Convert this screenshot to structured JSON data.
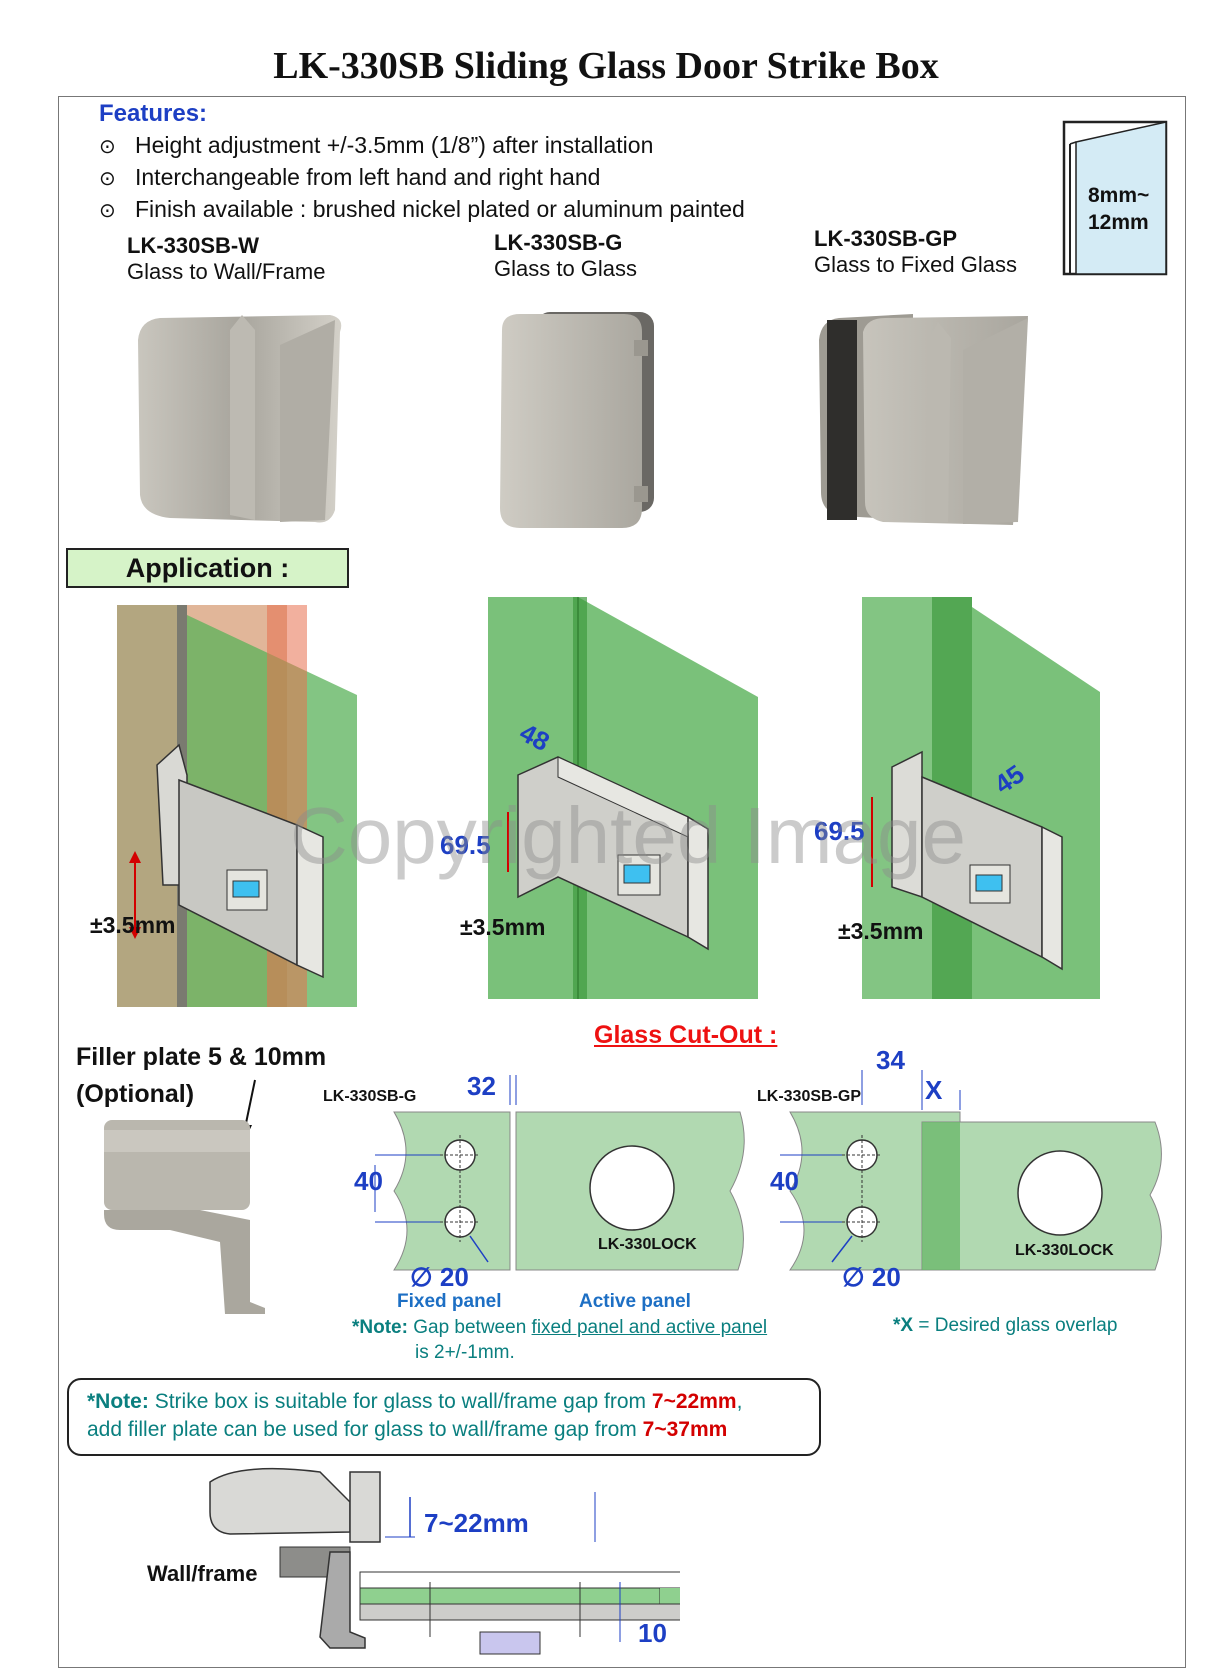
{
  "title": "LK-330SB Sliding Glass Door Strike Box",
  "features": {
    "heading": "Features:",
    "items": [
      "Height adjustment +/-3.5mm (1/8”) after installation",
      "Interchangeable from left hand and right hand",
      "Finish available : brushed nickel plated or aluminum painted"
    ],
    "bullet": "⊙"
  },
  "thickness": {
    "line1": "8mm~",
    "line2": "12mm"
  },
  "models": [
    {
      "code": "LK-330SB-W",
      "desc": "Glass to Wall/Frame"
    },
    {
      "code": "LK-330SB-G",
      "desc": "Glass to Glass"
    },
    {
      "code": "LK-330SB-GP",
      "desc": "Glass to Fixed Glass"
    }
  ],
  "application": {
    "label": "Application :",
    "adjust": "±3.5mm",
    "dims": {
      "g_width": "48",
      "g_height": "69.5",
      "gp_width": "45",
      "gp_height": "69.5"
    }
  },
  "watermark": "Copyrighted Image",
  "filler": {
    "line1": "Filler plate 5 & 10mm",
    "line2": "(Optional)"
  },
  "cutout": {
    "title": "Glass Cut-Out :",
    "g": {
      "model": "LK-330SB-G",
      "offset": "32",
      "spacing": "40",
      "hole": "∅ 20",
      "lock": "LK-330LOCK",
      "fixed": "Fixed panel",
      "active": "Active panel"
    },
    "gp": {
      "model": "LK-330SB-GP",
      "offset": "34",
      "overlap": "X",
      "spacing": "40",
      "hole": "∅ 20",
      "lock": "LK-330LOCK"
    },
    "note_label": "*Note:",
    "note_text": "Gap between",
    "note_underlined": "fixed panel and active panel",
    "note_line2": "is 2+/-1mm.",
    "x_note_label": "*X",
    "x_note_text": "= Desired glass overlap"
  },
  "strike_note": {
    "label": "*Note:",
    "line1a": "Strike box is suitable for glass to wall/frame gap from",
    "range1": "7~22mm",
    "line1b": ",",
    "line2a": "add filler plate can be used for glass to wall/frame gap from",
    "range2": "7~37mm"
  },
  "section": {
    "gap": "7~22mm",
    "wall": "Wall/frame",
    "thickness": "10"
  },
  "colors": {
    "blue": "#1d3fc4",
    "red": "#d30000",
    "teal": "#0a7f7f",
    "glass": "#6db86d",
    "metal": "#b7b4ac"
  }
}
